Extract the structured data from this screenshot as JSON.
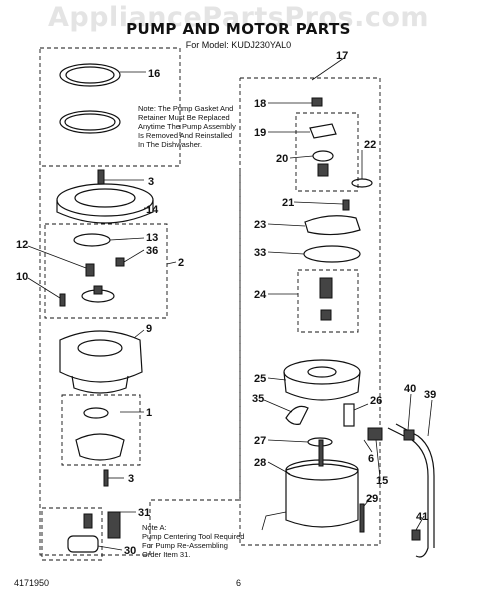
{
  "watermark": "AppliancePartsPros.com",
  "header": {
    "title": "PUMP AND MOTOR PARTS",
    "model_line": "For Model: KUDJ230YAL0"
  },
  "notes": {
    "gasket": "Note: The Pump Gasket  And\nRetainer Must Be Replaced\nAnytime The Pump Assembly\nIs  Removed And Reinstalled\nIn The Dishwasher.",
    "note_a": "Note A:\nPump Centering Tool Required\nFor Pump Re-Assembling\nOrder Item 31."
  },
  "footer": {
    "doc_number": "4171950",
    "page_number": "6"
  },
  "callouts": {
    "c1": "1",
    "c2": "2",
    "c3a": "3",
    "c3b": "3",
    "c6": "6",
    "c9": "9",
    "c10": "10",
    "c12": "12",
    "c13": "13",
    "c14": "14",
    "c15": "15",
    "c16": "16",
    "c17": "17",
    "c18": "18",
    "c19": "19",
    "c20": "20",
    "c21": "21",
    "c22": "22",
    "c23": "23",
    "c24": "24",
    "c25": "25",
    "c26": "26",
    "c27": "27",
    "c28": "28",
    "c29": "29",
    "c30": "30",
    "c31": "31",
    "c33": "33",
    "c35": "35",
    "c36": "36",
    "c39": "39",
    "c40": "40",
    "c41": "41"
  }
}
